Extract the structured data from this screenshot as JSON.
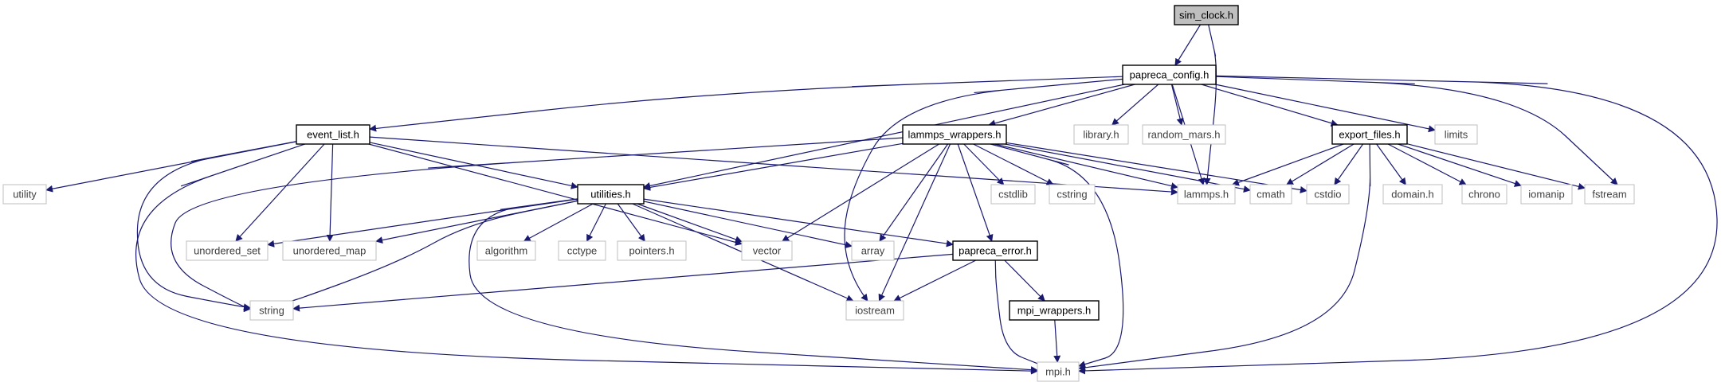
{
  "diagram": {
    "style": {
      "edge_color": "#191970",
      "root_fill": "#bfbfbf",
      "node_border": "#000000",
      "external_border": "#bfbfbf",
      "text_color": "#000000",
      "external_text_color": "#404040"
    },
    "nodes": [
      {
        "id": "sim_clock",
        "label": "sim_clock.h",
        "kind": "root"
      },
      {
        "id": "papreca_config",
        "label": "papreca_config.h",
        "kind": "header"
      },
      {
        "id": "event_list",
        "label": "event_list.h",
        "kind": "header"
      },
      {
        "id": "lammps_wrappers",
        "label": "lammps_wrappers.h",
        "kind": "header"
      },
      {
        "id": "library",
        "label": "library.h",
        "kind": "external"
      },
      {
        "id": "random_mars",
        "label": "random_mars.h",
        "kind": "external"
      },
      {
        "id": "export_files",
        "label": "export_files.h",
        "kind": "header"
      },
      {
        "id": "limits",
        "label": "limits",
        "kind": "external"
      },
      {
        "id": "utility",
        "label": "utility",
        "kind": "external"
      },
      {
        "id": "utilities",
        "label": "utilities.h",
        "kind": "header"
      },
      {
        "id": "lammps",
        "label": "lammps.h",
        "kind": "external"
      },
      {
        "id": "cmath",
        "label": "cmath",
        "kind": "external"
      },
      {
        "id": "cstdlib",
        "label": "cstdlib",
        "kind": "external"
      },
      {
        "id": "cstring",
        "label": "cstring",
        "kind": "external"
      },
      {
        "id": "cstdio",
        "label": "cstdio",
        "kind": "external"
      },
      {
        "id": "domain",
        "label": "domain.h",
        "kind": "external"
      },
      {
        "id": "chrono",
        "label": "chrono",
        "kind": "external"
      },
      {
        "id": "iomanip",
        "label": "iomanip",
        "kind": "external"
      },
      {
        "id": "fstream",
        "label": "fstream",
        "kind": "external"
      },
      {
        "id": "unordered_set",
        "label": "unordered_set",
        "kind": "external"
      },
      {
        "id": "unordered_map",
        "label": "unordered_map",
        "kind": "external"
      },
      {
        "id": "algorithm",
        "label": "algorithm",
        "kind": "external"
      },
      {
        "id": "cctype",
        "label": "cctype",
        "kind": "external"
      },
      {
        "id": "pointers",
        "label": "pointers.h",
        "kind": "external"
      },
      {
        "id": "vector",
        "label": "vector",
        "kind": "external"
      },
      {
        "id": "array",
        "label": "array",
        "kind": "external"
      },
      {
        "id": "papreca_error",
        "label": "papreca_error.h",
        "kind": "header"
      },
      {
        "id": "string",
        "label": "string",
        "kind": "external"
      },
      {
        "id": "iostream",
        "label": "iostream",
        "kind": "external"
      },
      {
        "id": "mpi_wrappers",
        "label": "mpi_wrappers.h",
        "kind": "header"
      },
      {
        "id": "mpi",
        "label": "mpi.h",
        "kind": "external"
      }
    ],
    "edges": [
      [
        "sim_clock",
        "papreca_config"
      ],
      [
        "sim_clock",
        "lammps"
      ],
      [
        "papreca_config",
        "event_list"
      ],
      [
        "papreca_config",
        "utilities"
      ],
      [
        "papreca_config",
        "iostream"
      ],
      [
        "papreca_config",
        "lammps_wrappers"
      ],
      [
        "papreca_config",
        "library"
      ],
      [
        "papreca_config",
        "random_mars"
      ],
      [
        "papreca_config",
        "lammps"
      ],
      [
        "papreca_config",
        "export_files"
      ],
      [
        "papreca_config",
        "limits"
      ],
      [
        "papreca_config",
        "fstream"
      ],
      [
        "papreca_config",
        "mpi"
      ],
      [
        "event_list",
        "utility"
      ],
      [
        "event_list",
        "string"
      ],
      [
        "event_list",
        "mpi"
      ],
      [
        "event_list",
        "unordered_set"
      ],
      [
        "event_list",
        "unordered_map"
      ],
      [
        "event_list",
        "utilities"
      ],
      [
        "event_list",
        "vector"
      ],
      [
        "event_list",
        "lammps"
      ],
      [
        "lammps_wrappers",
        "string"
      ],
      [
        "lammps_wrappers",
        "utilities"
      ],
      [
        "lammps_wrappers",
        "vector"
      ],
      [
        "lammps_wrappers",
        "array"
      ],
      [
        "lammps_wrappers",
        "iostream"
      ],
      [
        "lammps_wrappers",
        "papreca_error"
      ],
      [
        "lammps_wrappers",
        "cstdlib"
      ],
      [
        "lammps_wrappers",
        "cstring"
      ],
      [
        "lammps_wrappers",
        "lammps"
      ],
      [
        "lammps_wrappers",
        "cmath"
      ],
      [
        "lammps_wrappers",
        "cstdio"
      ],
      [
        "lammps_wrappers",
        "mpi"
      ],
      [
        "export_files",
        "lammps"
      ],
      [
        "export_files",
        "cmath"
      ],
      [
        "export_files",
        "cstdio"
      ],
      [
        "export_files",
        "domain"
      ],
      [
        "export_files",
        "chrono"
      ],
      [
        "export_files",
        "iomanip"
      ],
      [
        "export_files",
        "fstream"
      ],
      [
        "export_files",
        "mpi"
      ],
      [
        "utilities",
        "unordered_set"
      ],
      [
        "utilities",
        "unordered_map"
      ],
      [
        "utilities",
        "string"
      ],
      [
        "utilities",
        "mpi"
      ],
      [
        "utilities",
        "algorithm"
      ],
      [
        "utilities",
        "cctype"
      ],
      [
        "utilities",
        "pointers"
      ],
      [
        "utilities",
        "vector"
      ],
      [
        "utilities",
        "array"
      ],
      [
        "utilities",
        "iostream"
      ],
      [
        "utilities",
        "papreca_error"
      ],
      [
        "papreca_error",
        "string"
      ],
      [
        "papreca_error",
        "iostream"
      ],
      [
        "papreca_error",
        "mpi"
      ],
      [
        "papreca_error",
        "mpi_wrappers"
      ],
      [
        "mpi_wrappers",
        "mpi"
      ]
    ]
  }
}
